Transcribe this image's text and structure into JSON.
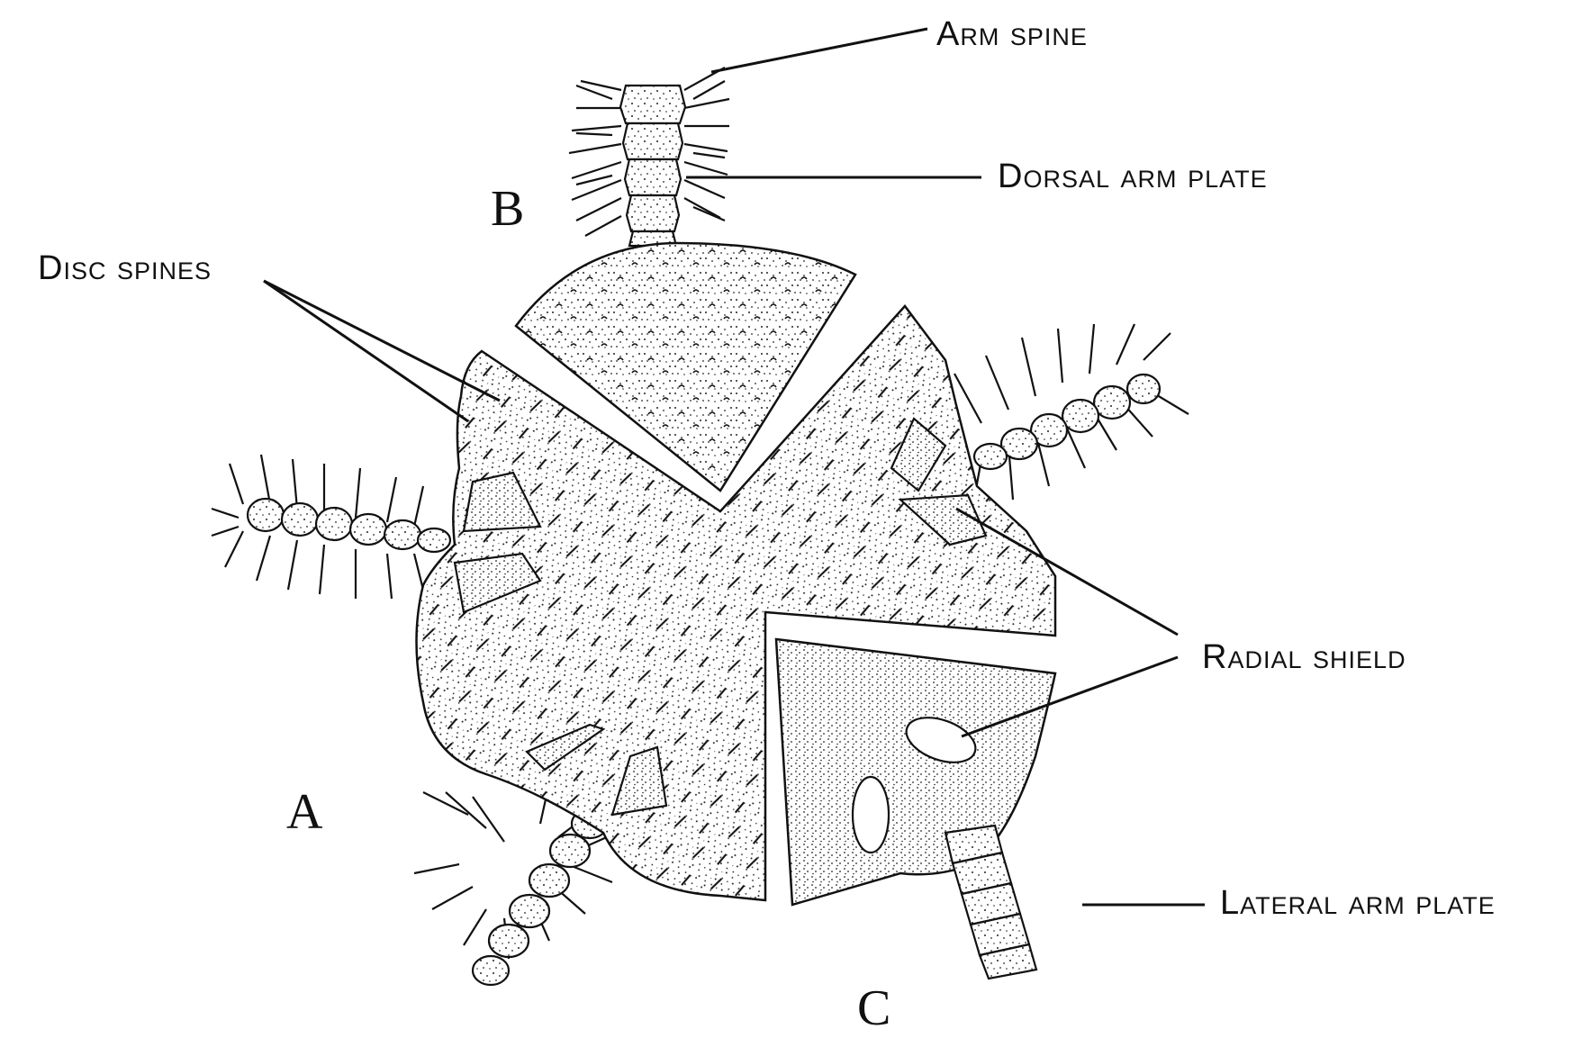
{
  "panels": {
    "a": "A",
    "b": "B",
    "c": "C"
  },
  "labels": {
    "arm_spine": "Arm spine",
    "dorsal_arm_plate": "Dorsal arm plate",
    "disc_spines": "Disc spines",
    "radial_shield": "Radial shield",
    "lateral_arm_plate": "Lateral arm plate"
  }
}
